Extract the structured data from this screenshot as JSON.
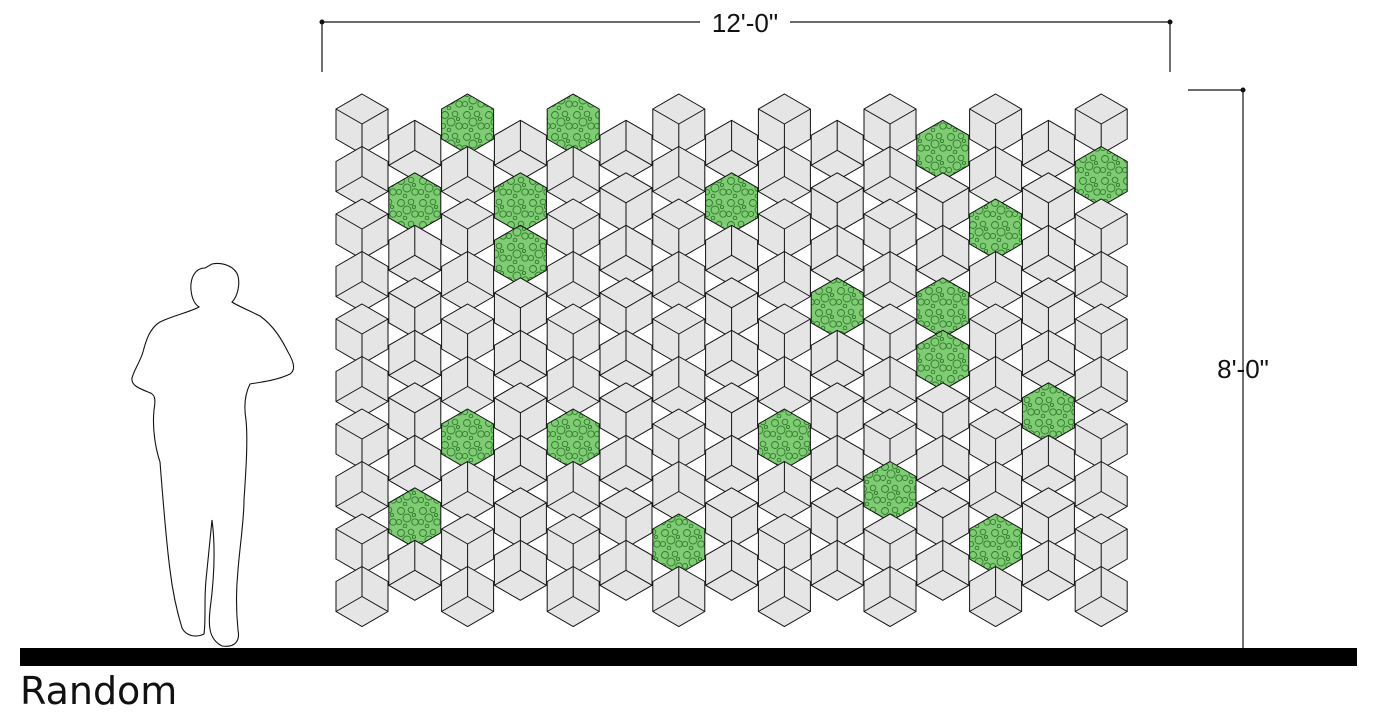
{
  "dimensions": {
    "width_label": "12'-0\"",
    "height_label": "8'-0\""
  },
  "caption": "Random",
  "grid": {
    "columns": 15,
    "rows": 11
  },
  "colors": {
    "panel_fill": "#e5e5e5",
    "panel_stroke": "#111111",
    "moss_fill": "#7fcc74",
    "moss_texture": "#2f7a2c",
    "floor": "#000000"
  },
  "moss_cells": [
    [
      0,
      2
    ],
    [
      0,
      4
    ],
    [
      0,
      11
    ],
    [
      1,
      14
    ],
    [
      1,
      1
    ],
    [
      1,
      7
    ],
    [
      1,
      3
    ],
    [
      3,
      11
    ],
    [
      2,
      12
    ],
    [
      3,
      9
    ],
    [
      4,
      11
    ],
    [
      5,
      13
    ],
    [
      6,
      4
    ],
    [
      6,
      8
    ],
    [
      7,
      10
    ],
    [
      8,
      6
    ],
    [
      7,
      1
    ],
    [
      8,
      12
    ],
    [
      2,
      3
    ],
    [
      6,
      2
    ]
  ]
}
